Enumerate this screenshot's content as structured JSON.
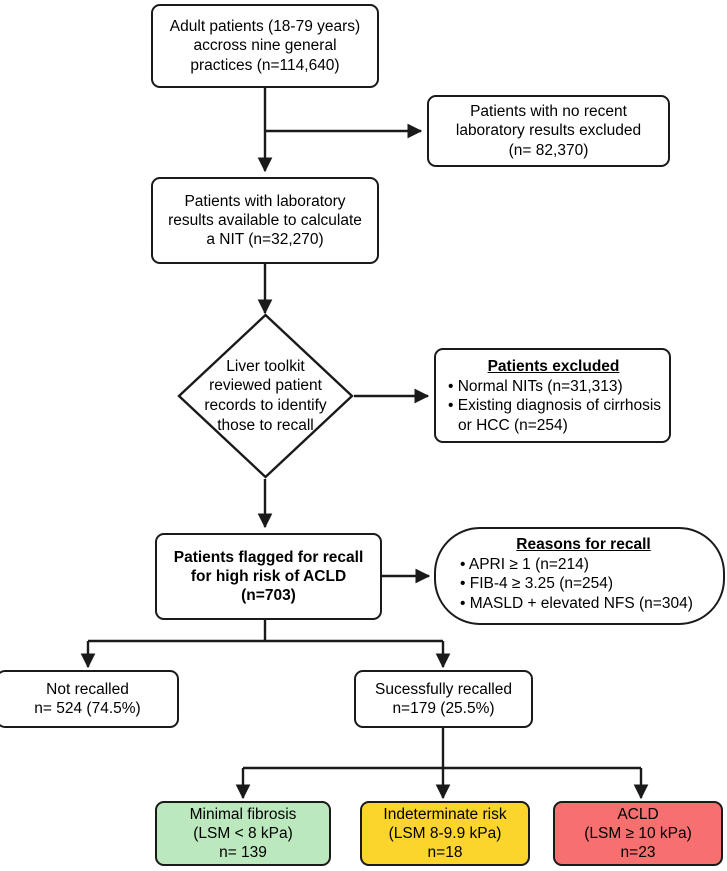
{
  "figure": {
    "type": "flowchart",
    "title": "Patient recall pathway flow diagram",
    "colors": {
      "stroke": "#1a1a1a",
      "background": "#ffffff",
      "minimal_fibrosis": "#bce8bd",
      "indeterminate_risk": "#fbd42c",
      "acld": "#f5706f"
    }
  },
  "nodes": {
    "cohort": {
      "id": "cohort",
      "shape": "rounded-rect",
      "lines": [
        "Adult patients (18-79 years)",
        "accross nine general",
        "practices (n=114,640)"
      ]
    },
    "excluded_no_labs": {
      "id": "excluded_no_labs",
      "shape": "rounded-rect",
      "lines": [
        "Patients with no recent",
        "laboratory results excluded",
        "(n= 82,370)"
      ]
    },
    "labs_available": {
      "id": "labs_available",
      "shape": "rounded-rect",
      "lines": [
        "Patients with laboratory",
        "results available to calculate",
        "a NIT (n=32,270)"
      ]
    },
    "toolkit_review": {
      "id": "toolkit_review",
      "shape": "diamond",
      "lines": [
        "Liver toolkit",
        "reviewed patient",
        "records to identify",
        "those to recall"
      ]
    },
    "patients_excluded": {
      "id": "patients_excluded",
      "shape": "rounded-rect",
      "header": "Patients excluded",
      "bullets": [
        "• Normal NITs (n=31,313)",
        "• Existing diagnosis of cirrhosis",
        "or HCC (n=254)"
      ]
    },
    "flagged": {
      "id": "flagged",
      "shape": "rounded-rect",
      "bold": true,
      "lines": [
        "Patients flagged for recall",
        "for high risk of ACLD",
        "(n=703)"
      ]
    },
    "reasons_for_recall": {
      "id": "reasons_for_recall",
      "shape": "pill",
      "header": "Reasons for recall",
      "bullets": [
        "• APRI ≥ 1 (n=214)",
        "• FIB-4 ≥ 3.25 (n=254)",
        "• MASLD + elevated NFS (n=304)"
      ]
    },
    "not_recalled": {
      "id": "not_recalled",
      "shape": "rounded-rect",
      "lines": [
        "Not recalled",
        "n= 524 (74.5%)"
      ]
    },
    "recalled": {
      "id": "recalled",
      "shape": "rounded-rect",
      "lines": [
        "Sucessfully recalled",
        "n=179 (25.5%)"
      ]
    },
    "minimal_fibrosis": {
      "id": "minimal_fibrosis",
      "shape": "rounded-rect",
      "fill": "#bce8bd",
      "lines": [
        "Minimal fibrosis",
        "(LSM < 8 kPa)",
        "n= 139"
      ]
    },
    "indeterminate_risk": {
      "id": "indeterminate_risk",
      "shape": "rounded-rect",
      "fill": "#fbd42c",
      "lines": [
        "Indeterminate risk",
        "(LSM 8-9.9 kPa)",
        "n=18"
      ]
    },
    "acld": {
      "id": "acld",
      "shape": "rounded-rect",
      "fill": "#f5706f",
      "lines": [
        "ACLD",
        "(LSM ≥ 10 kPa)",
        "n=23"
      ]
    }
  }
}
